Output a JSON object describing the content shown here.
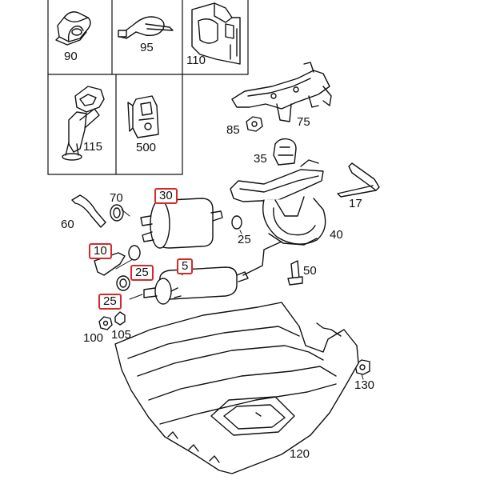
{
  "diagram": {
    "accent_color": "#d42a2a",
    "inset_labels": {
      "p90": "90",
      "p95": "95",
      "p110": "110",
      "p115": "115",
      "p500": "500"
    },
    "part_labels": {
      "p85": "85",
      "p75": "75",
      "p35": "35",
      "p17": "17",
      "p70": "70",
      "p60": "60",
      "p25b": "25",
      "p40": "40",
      "p50": "50",
      "p100": "100",
      "p105": "105",
      "p130": "130",
      "p120": "120"
    },
    "highlighted_labels": {
      "p30": "30",
      "p10": "10",
      "p25a": "25",
      "p5": "5",
      "p25c": "25"
    },
    "icons": [
      "clip-icon",
      "cable-tie-icon",
      "bracket-icon",
      "holder-icon",
      "spring-clip-icon",
      "mounting-bracket-icon",
      "fuel-filter-icon",
      "fuel-pump-icon",
      "hose-icon",
      "hose-clamp-icon",
      "carrier-tray-icon",
      "nut-icon",
      "bolt-icon",
      "rubber-mount-icon",
      "pipe-icon"
    ]
  }
}
